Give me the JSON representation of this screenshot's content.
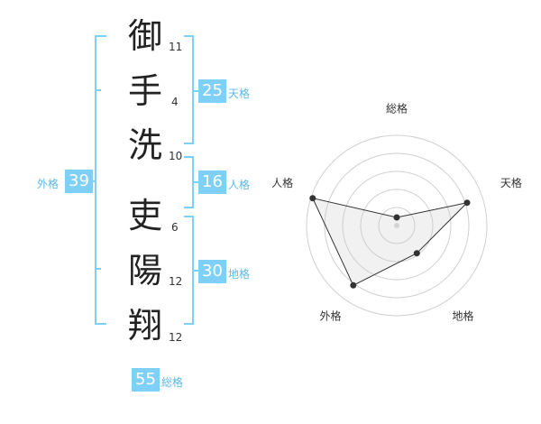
{
  "name_chars": [
    {
      "char": "御",
      "strokes": "11"
    },
    {
      "char": "手",
      "strokes": "4"
    },
    {
      "char": "洗",
      "strokes": "10"
    },
    {
      "char": "吏",
      "strokes": "6"
    },
    {
      "char": "陽",
      "strokes": "12"
    },
    {
      "char": "翔",
      "strokes": "12"
    }
  ],
  "scores": {
    "tenkaku": {
      "value": "25",
      "label": "天格"
    },
    "jinkaku": {
      "value": "16",
      "label": "人格"
    },
    "chikaku": {
      "value": "30",
      "label": "地格"
    },
    "gaikaku": {
      "value": "39",
      "label": "外格"
    },
    "soukaku": {
      "value": "55",
      "label": "総格"
    }
  },
  "colors": {
    "accent": "#7fd0f7",
    "accent_text": "#5bb8e6"
  },
  "chart_data": {
    "type": "radar",
    "axes": [
      "総格",
      "天格",
      "地格",
      "外格",
      "人格"
    ],
    "values": [
      0.09,
      0.82,
      0.38,
      0.82,
      0.98
    ],
    "max": 1
  }
}
